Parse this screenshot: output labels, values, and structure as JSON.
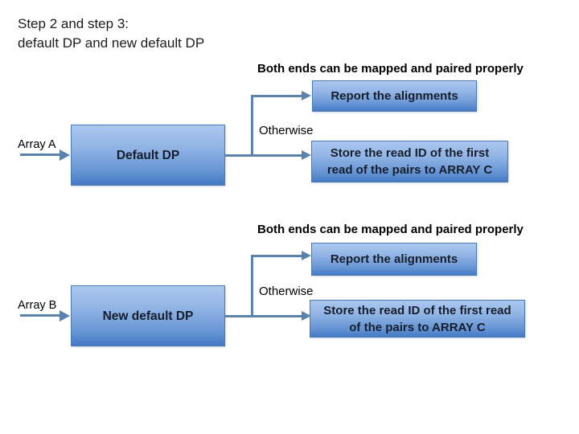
{
  "title": {
    "line1": "Step 2 and step 3:",
    "line2": "default DP and new default DP"
  },
  "colors": {
    "background": "#ffffff",
    "box_gradient_top": "#abc8ef",
    "box_gradient_bottom": "#4379c5",
    "box_border": "#4d79b4",
    "connector": "#5b82aa",
    "box_text": "#161d2b",
    "body_text": "#000000"
  },
  "icons": {
    "arrowhead": "right-pointing-triangle (css shape)"
  },
  "flows": [
    {
      "input_label": "Array A",
      "process_label": "Default DP",
      "condition_true": "Both ends can be mapped and paired properly",
      "true_action": "Report the alignments",
      "condition_false": "Otherwise",
      "false_action_lines": [
        "Store the read ID of the first",
        "read of the pairs to ARRAY C"
      ]
    },
    {
      "input_label": "Array B",
      "process_label": "New default DP",
      "condition_true": "Both ends can be mapped and paired properly",
      "true_action": "Report the alignments",
      "condition_false": "Otherwise",
      "false_action_lines": [
        "Store the read ID of the first read",
        "of the pairs to ARRAY C"
      ]
    }
  ]
}
